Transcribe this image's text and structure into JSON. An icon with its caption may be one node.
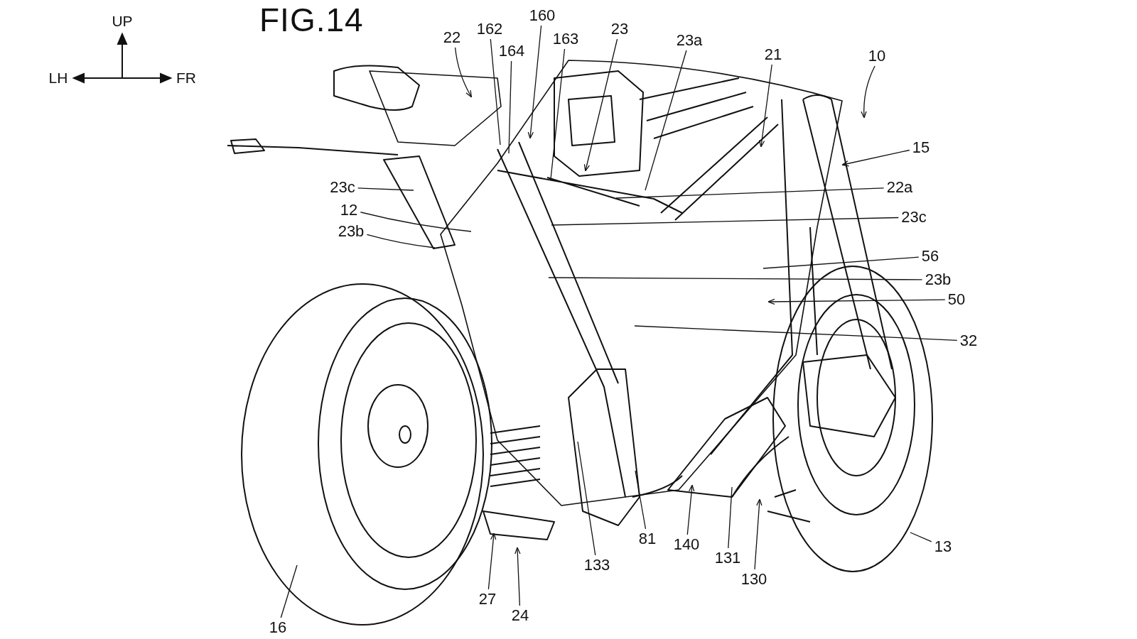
{
  "diagram": {
    "title": "FIG.14",
    "nodes": [
      {
        "text": [
          "22"
        ]
      },
      {
        "text": [
          "162"
        ]
      },
      {
        "text": [
          "164"
        ]
      },
      {
        "text": [
          "160"
        ]
      },
      {
        "text": [
          "163"
        ]
      },
      {
        "text": [
          "23"
        ]
      },
      {
        "text": [
          "23a"
        ]
      },
      {
        "text": [
          "21"
        ]
      },
      {
        "text": [
          "10"
        ]
      },
      {
        "text": [
          "15"
        ]
      },
      {
        "text": [
          "23c"
        ]
      },
      {
        "text": [
          "22a"
        ]
      },
      {
        "text": [
          "12"
        ]
      },
      {
        "text": [
          "23c"
        ]
      },
      {
        "text": [
          "23b"
        ]
      },
      {
        "text": [
          "56"
        ]
      },
      {
        "text": [
          "23b"
        ]
      },
      {
        "text": [
          "50"
        ]
      },
      {
        "text": [
          "32"
        ]
      },
      {
        "text": [
          "81"
        ]
      },
      {
        "text": [
          "140"
        ]
      },
      {
        "text": [
          "13"
        ]
      },
      {
        "text": [
          "131"
        ]
      },
      {
        "text": [
          "133"
        ]
      },
      {
        "text": [
          "130"
        ]
      },
      {
        "text": [
          "27"
        ]
      },
      {
        "text": [
          "24"
        ]
      },
      {
        "text": [
          "16"
        ]
      }
    ],
    "edges": [
      {
        "from": 0,
        "to": null,
        "arrow": "to"
      },
      {
        "from": 1,
        "to": null,
        "arrow": "none"
      },
      {
        "from": 2,
        "to": null,
        "arrow": "none"
      },
      {
        "from": 3,
        "to": null,
        "arrow": "to"
      },
      {
        "from": 4,
        "to": null,
        "arrow": "none"
      },
      {
        "from": 5,
        "to": null,
        "arrow": "to"
      },
      {
        "from": 6,
        "to": null,
        "arrow": "none"
      },
      {
        "from": 7,
        "to": null,
        "arrow": "to"
      },
      {
        "from": 8,
        "to": null,
        "arrow": "to"
      },
      {
        "from": 9,
        "to": null,
        "arrow": "to"
      },
      {
        "from": 10,
        "to": null,
        "arrow": "none"
      },
      {
        "from": 11,
        "to": null,
        "arrow": "none"
      },
      {
        "from": 12,
        "to": null,
        "arrow": "none"
      },
      {
        "from": 13,
        "to": null,
        "arrow": "none"
      },
      {
        "from": 14,
        "to": null,
        "arrow": "none"
      },
      {
        "from": 15,
        "to": null,
        "arrow": "none"
      },
      {
        "from": 16,
        "to": null,
        "arrow": "none"
      },
      {
        "from": 17,
        "to": null,
        "arrow": "to"
      },
      {
        "from": 18,
        "to": null,
        "arrow": "none"
      },
      {
        "from": 19,
        "to": null,
        "arrow": "none"
      },
      {
        "from": 20,
        "to": null,
        "arrow": "to"
      },
      {
        "from": 21,
        "to": null,
        "arrow": "none"
      },
      {
        "from": 22,
        "to": null,
        "arrow": "none"
      },
      {
        "from": 23,
        "to": null,
        "arrow": "none"
      },
      {
        "from": 24,
        "to": null,
        "arrow": "to"
      },
      {
        "from": 25,
        "to": null,
        "arrow": "to"
      },
      {
        "from": 26,
        "to": null,
        "arrow": "to"
      },
      {
        "from": 27,
        "to": null,
        "arrow": "none"
      }
    ],
    "labels": [
      "UP",
      "LH",
      "FR"
    ]
  }
}
